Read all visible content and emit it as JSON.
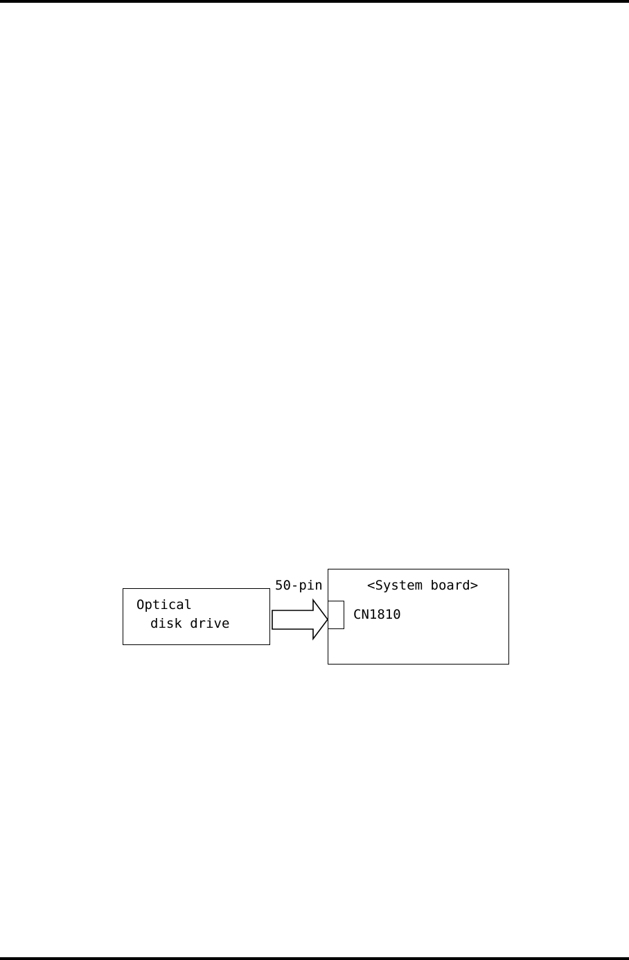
{
  "diagram": {
    "drive": {
      "line1": "Optical",
      "line2": "disk drive"
    },
    "cable": {
      "label": "50-pin"
    },
    "board": {
      "title": "<System board>",
      "connector": "CN1810"
    }
  },
  "colors": {
    "stroke": "#000000",
    "background": "#ffffff"
  }
}
